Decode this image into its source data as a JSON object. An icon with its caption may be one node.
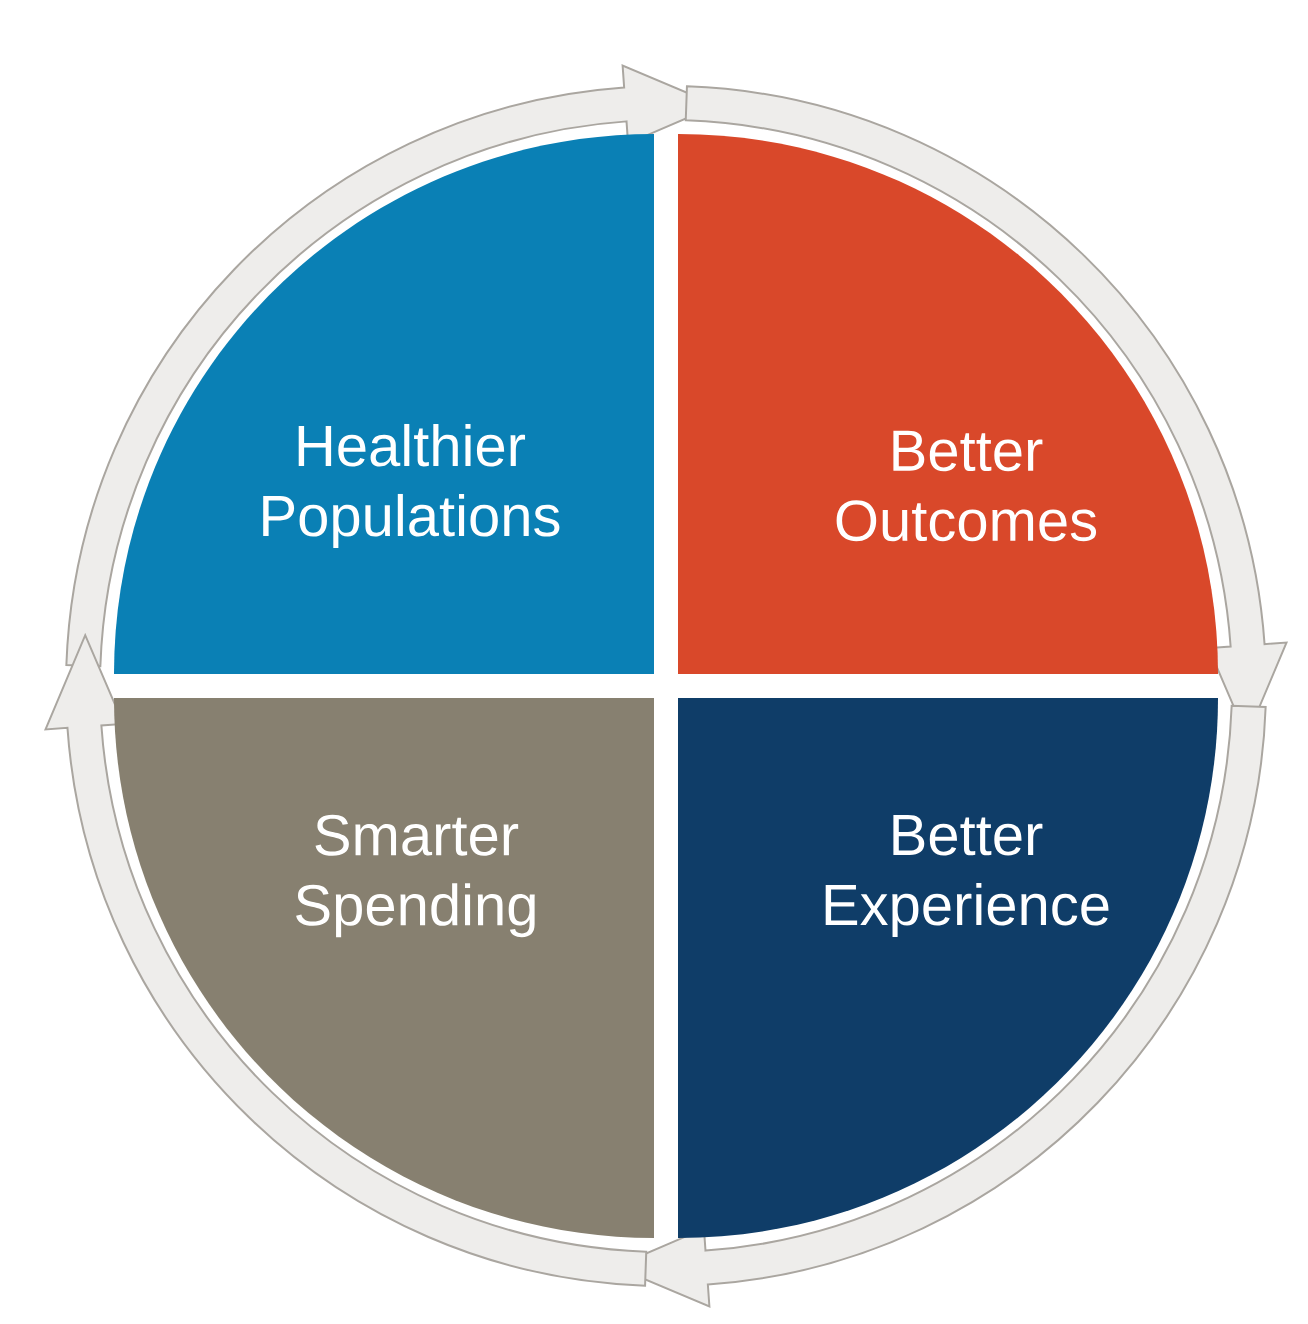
{
  "diagram": {
    "nodes": [
      {
        "text": [
          "Healthier Populations"
        ]
      },
      {
        "text": [
          "Better Outcomes"
        ]
      },
      {
        "text": [
          "Better Experience"
        ]
      },
      {
        "text": [
          "Smarter Spending"
        ]
      }
    ],
    "edges": [
      {
        "from": 0,
        "to": 1,
        "arrow": "to"
      },
      {
        "from": 1,
        "to": 2,
        "arrow": "to"
      },
      {
        "from": 2,
        "to": 3,
        "arrow": "to"
      },
      {
        "from": 3,
        "to": 0,
        "arrow": "to"
      }
    ]
  }
}
